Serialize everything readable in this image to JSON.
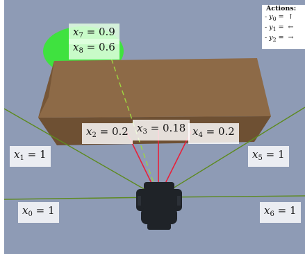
{
  "sensors": [
    {
      "id": "x0",
      "var": "x",
      "sub": "0",
      "value": "1"
    },
    {
      "id": "x1",
      "var": "x",
      "sub": "1",
      "value": "1"
    },
    {
      "id": "x2",
      "var": "x",
      "sub": "2",
      "value": "0.2"
    },
    {
      "id": "x3",
      "var": "x",
      "sub": "3",
      "value": "0.18"
    },
    {
      "id": "x4",
      "var": "x",
      "sub": "4",
      "value": "0.2"
    },
    {
      "id": "x5",
      "var": "x",
      "sub": "5",
      "value": "1"
    },
    {
      "id": "x6",
      "var": "x",
      "sub": "6",
      "value": "1"
    },
    {
      "id": "x7",
      "var": "x",
      "sub": "7",
      "value": "0.9"
    },
    {
      "id": "x8",
      "var": "x",
      "sub": "8",
      "value": "0.6"
    }
  ],
  "actions": {
    "title": "Actions:",
    "items": [
      {
        "var": "y",
        "sub": "0",
        "symbol": "↑"
      },
      {
        "var": "y",
        "sub": "1",
        "symbol": "←"
      },
      {
        "var": "y",
        "sub": "2",
        "symbol": "→"
      }
    ]
  },
  "colors": {
    "sky": "#8e9bb5",
    "box_front": "#7a5a3b",
    "box_top": "#8d6a47",
    "goal": "#3fe23f",
    "ray_hit": "#e8203a",
    "ray_free": "#5d8a1f",
    "ray_goal": "#9ed640",
    "robot": "#1f2328"
  }
}
